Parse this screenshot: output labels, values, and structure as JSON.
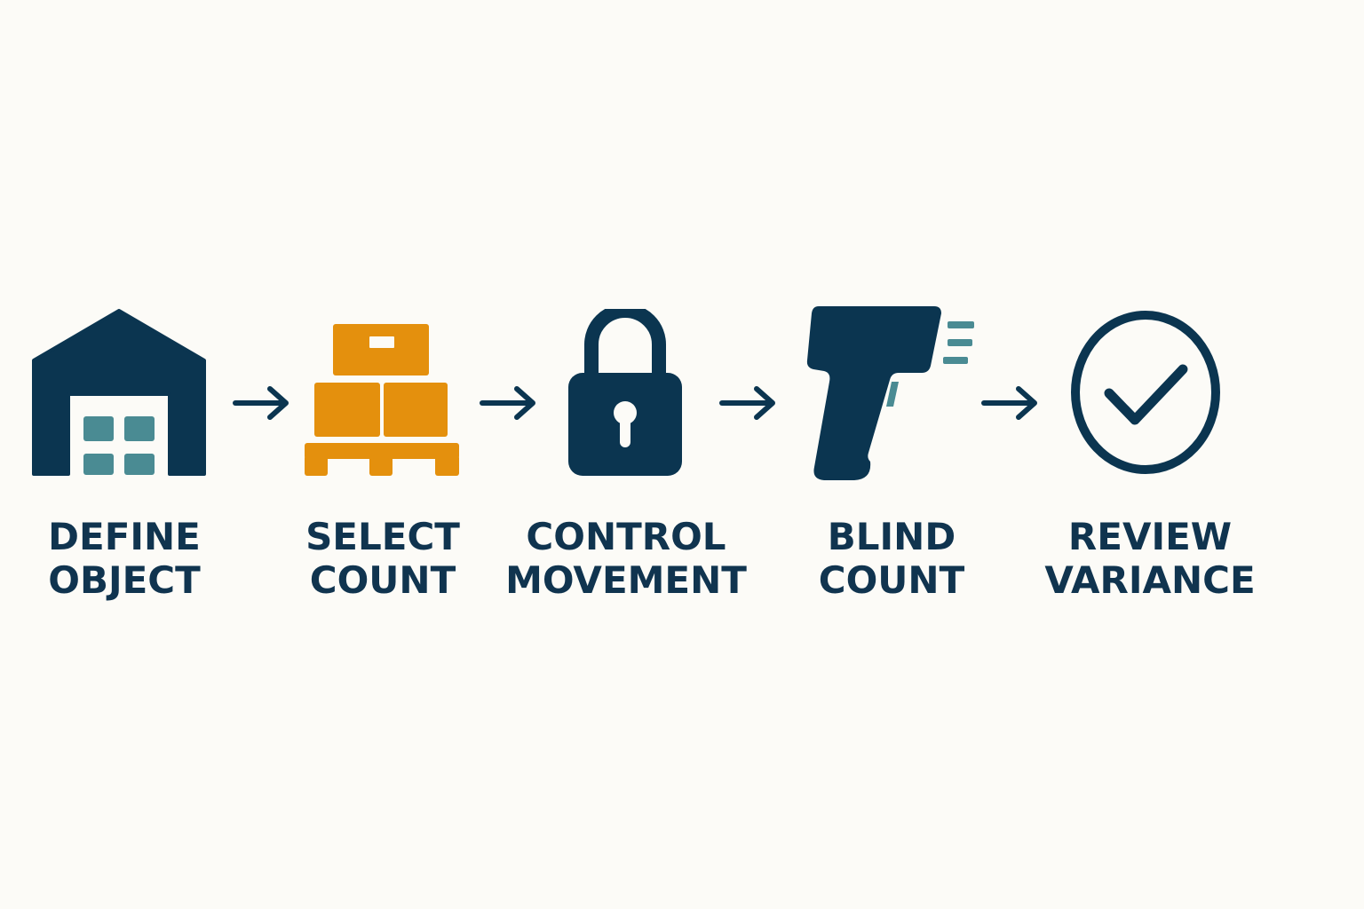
{
  "colors": {
    "background": "#fcfbf7",
    "navy": "#0b3550",
    "teal": "#4a8b93",
    "orange": "#e4900d",
    "label_text": "#10344f"
  },
  "steps": [
    {
      "icon": "warehouse-icon",
      "line1": "DEFINE",
      "line2": "OBJECT"
    },
    {
      "icon": "pallet-boxes-icon",
      "line1": "SELECT",
      "line2": "COUNT"
    },
    {
      "icon": "padlock-icon",
      "line1": "CONTROL",
      "line2": "MOVEMENT"
    },
    {
      "icon": "barcode-scanner-icon",
      "line1": "BLIND",
      "line2": "COUNT"
    },
    {
      "icon": "check-circle-icon",
      "line1": "REVIEW",
      "line2": "VARIANCE"
    }
  ],
  "connector_icon": "arrow-right-icon"
}
